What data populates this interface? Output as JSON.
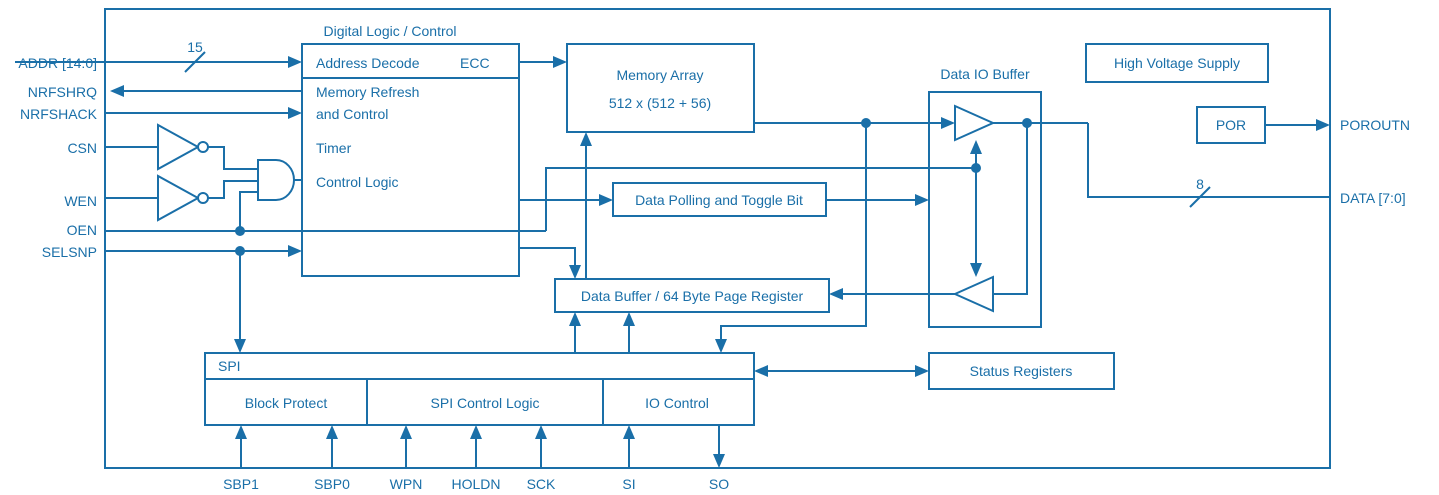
{
  "diagram": {
    "color": "#1a6fa8",
    "blocks": {
      "digital_logic_title": "Digital Logic / Control",
      "address_decode": "Address Decode",
      "ecc": "ECC",
      "memory_refresh_1": "Memory Refresh",
      "memory_refresh_2": "and Control",
      "timer": "Timer",
      "control_logic": "Control Logic",
      "memory_array_1": "Memory Array",
      "memory_array_2": "512 x (512 + 56)",
      "data_polling": "Data Polling and Toggle Bit",
      "data_buffer": "Data Buffer / 64 Byte Page Register",
      "data_io_buffer": "Data IO Buffer",
      "high_voltage": "High Voltage Supply",
      "por": "POR",
      "spi": "SPI",
      "block_protect": "Block Protect",
      "spi_control_logic": "SPI Control Logic",
      "io_control": "IO Control",
      "status_registers": "Status Registers"
    },
    "left_signals": {
      "addr": "ADDR [14:0]",
      "nrfshrq": "NRFSHRQ",
      "nrfshack": "NRFSHACK",
      "csn": "CSN",
      "wen": "WEN",
      "oen": "OEN",
      "selsnp": "SELSNP"
    },
    "right_signals": {
      "poroutn": "POROUTN",
      "data": "DATA [7:0]"
    },
    "bus_widths": {
      "addr": "15",
      "data": "8"
    },
    "bottom_signals": {
      "sbp1": "SBP1",
      "sbp0": "SBP0",
      "wpn": "WPN",
      "holdn": "HOLDN",
      "sck": "SCK",
      "si": "SI",
      "so": "SO"
    }
  }
}
